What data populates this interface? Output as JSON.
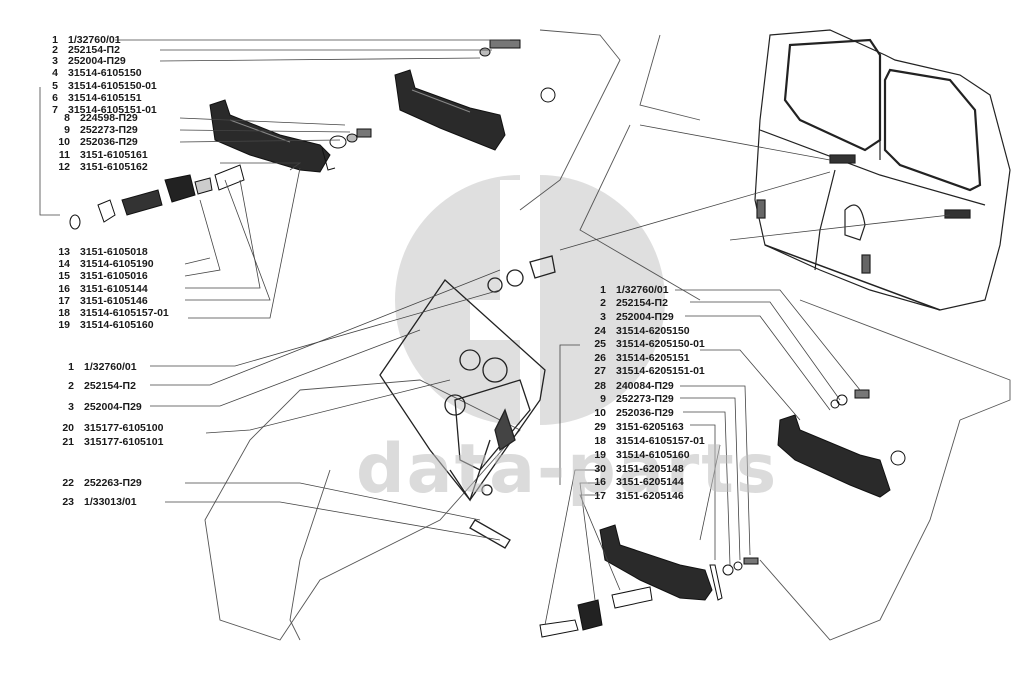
{
  "diagram": {
    "title": "",
    "watermark": {
      "logo": "GD",
      "text": "data-parts",
      "color": "#c8c8c8"
    },
    "line_color": "#222222",
    "groups": {
      "upper_left": [
        {
          "num": "1",
          "part": "1/32760/01"
        },
        {
          "num": "2",
          "part": "252154-П2"
        },
        {
          "num": "3",
          "part": "252004-П29"
        },
        {
          "num": "4",
          "part": "31514-6105150"
        },
        {
          "num": "5",
          "part": "31514-6105150-01"
        },
        {
          "num": "6",
          "part": "31514-6105151"
        },
        {
          "num": "7",
          "part": "31514-6105151-01"
        },
        {
          "num": "8",
          "part": "224598-П29"
        },
        {
          "num": "9",
          "part": "252273-П29"
        },
        {
          "num": "10",
          "part": "252036-П29"
        },
        {
          "num": "11",
          "part": "3151-6105161"
        },
        {
          "num": "12",
          "part": "3151-6105162"
        },
        {
          "num": "13",
          "part": "3151-6105018"
        },
        {
          "num": "14",
          "part": "31514-6105190"
        },
        {
          "num": "15",
          "part": "3151-6105016"
        },
        {
          "num": "16",
          "part": "3151-6105144"
        },
        {
          "num": "17",
          "part": "3151-6105146"
        },
        {
          "num": "18",
          "part": "31514-6105157-01"
        },
        {
          "num": "19",
          "part": "31514-6105160"
        }
      ],
      "lower_left": [
        {
          "num": "1",
          "part": "1/32760/01"
        },
        {
          "num": "2",
          "part": "252154-П2"
        },
        {
          "num": "3",
          "part": "252004-П29"
        },
        {
          "num": "20",
          "part": "315177-6105100"
        },
        {
          "num": "21",
          "part": "315177-6105101"
        },
        {
          "num": "22",
          "part": "252263-П29"
        },
        {
          "num": "23",
          "part": "1/33013/01"
        }
      ],
      "right": [
        {
          "num": "1",
          "part": "1/32760/01"
        },
        {
          "num": "2",
          "part": "252154-П2"
        },
        {
          "num": "3",
          "part": "252004-П29"
        },
        {
          "num": "24",
          "part": "31514-6205150"
        },
        {
          "num": "25",
          "part": "31514-6205150-01"
        },
        {
          "num": "26",
          "part": "31514-6205151"
        },
        {
          "num": "27",
          "part": "31514-6205151-01"
        },
        {
          "num": "28",
          "part": "240084-П29"
        },
        {
          "num": "9",
          "part": "252273-П29"
        },
        {
          "num": "10",
          "part": "252036-П29"
        },
        {
          "num": "29",
          "part": "3151-6205163"
        },
        {
          "num": "18",
          "part": "31514-6105157-01"
        },
        {
          "num": "19",
          "part": "31514-6105160"
        },
        {
          "num": "30",
          "part": "3151-6205148"
        },
        {
          "num": "16",
          "part": "3151-6205144"
        },
        {
          "num": "17",
          "part": "3151-6205146"
        }
      ]
    }
  }
}
